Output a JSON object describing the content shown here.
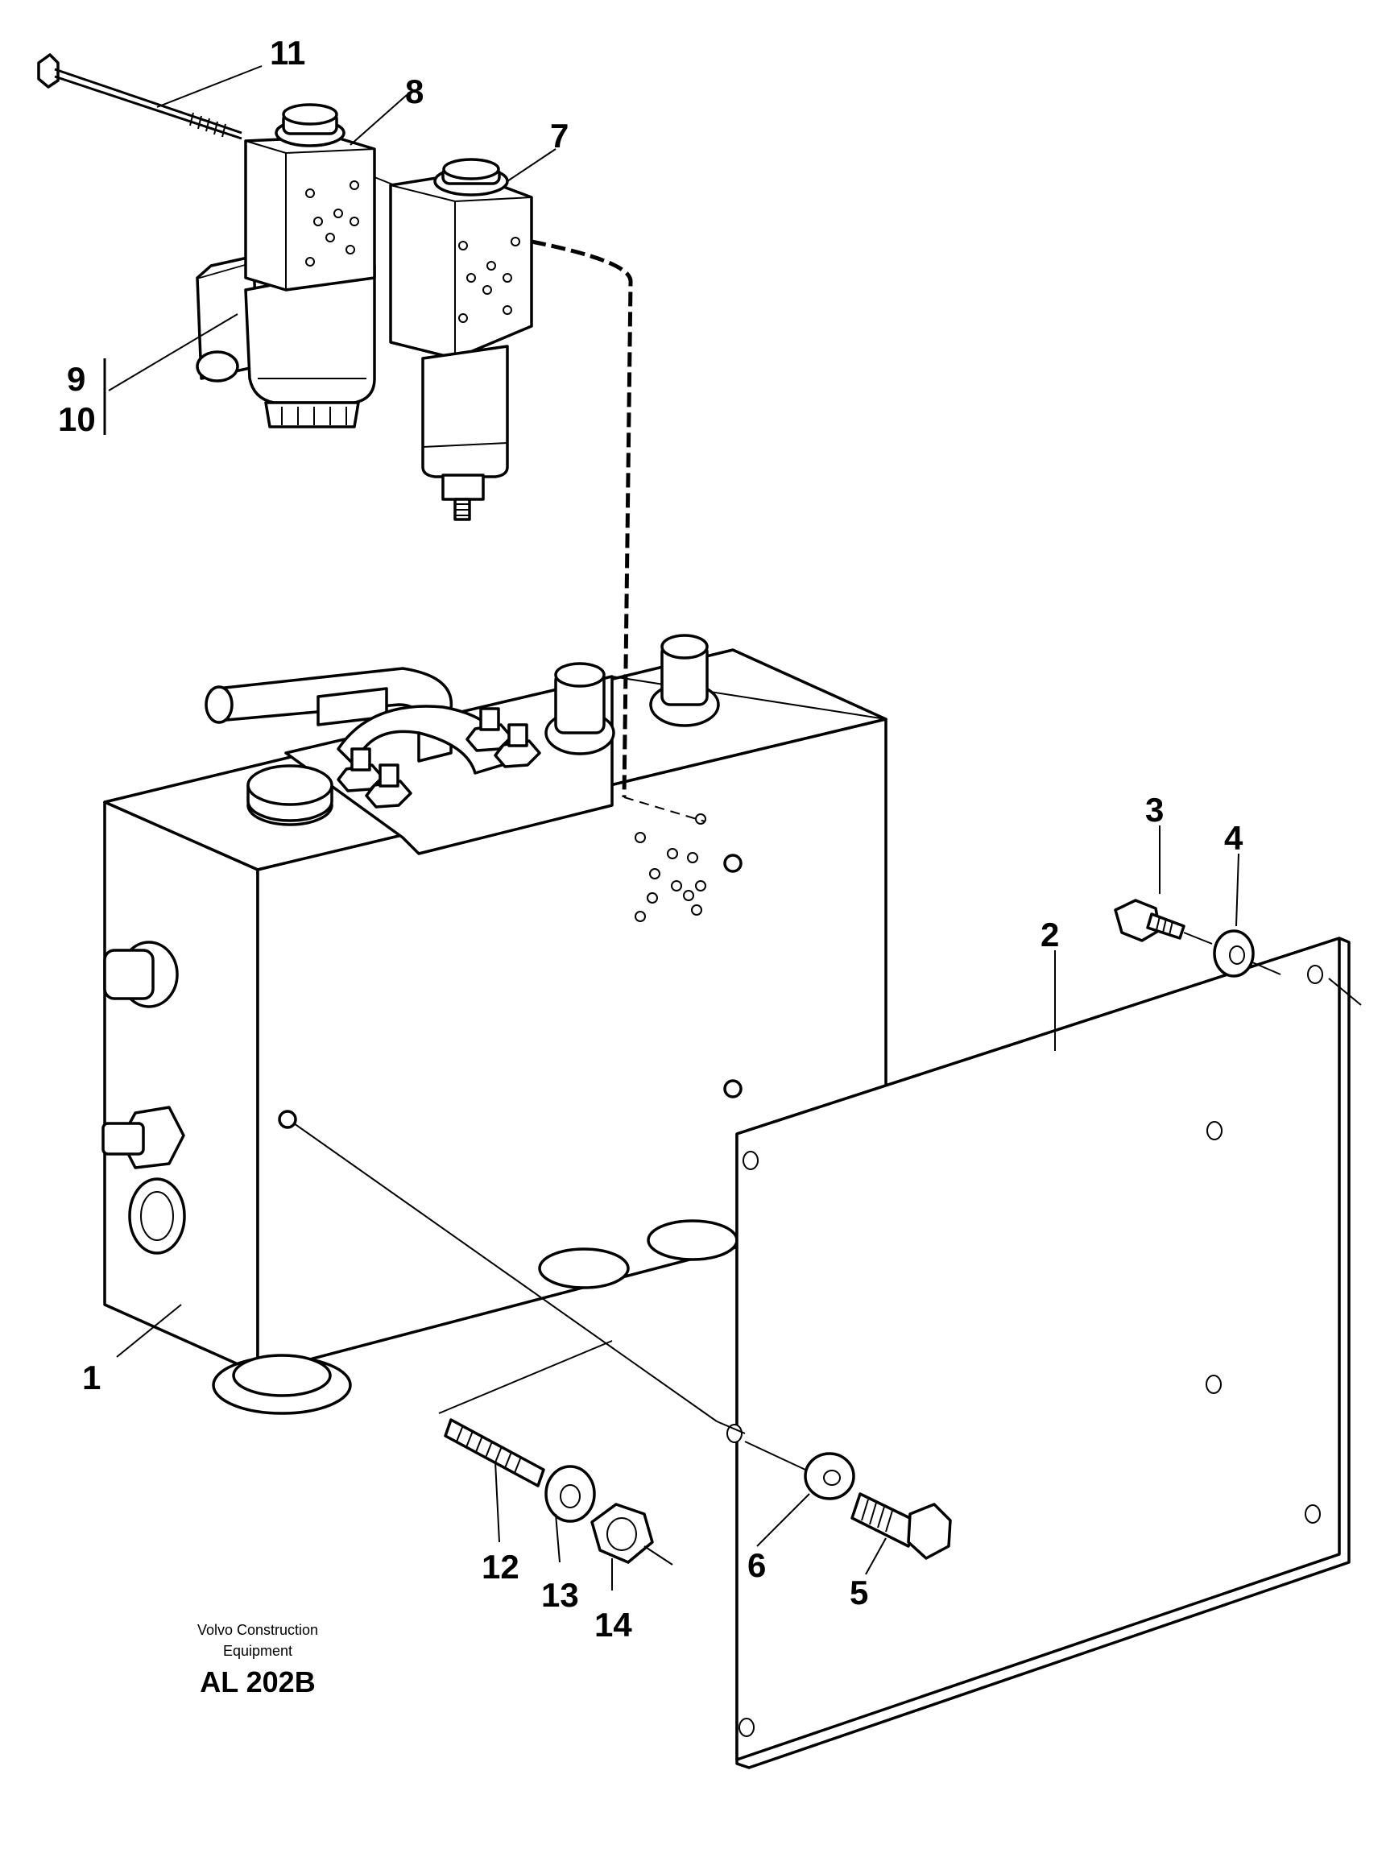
{
  "callouts": {
    "c1": "1",
    "c2": "2",
    "c3": "3",
    "c4": "4",
    "c5": "5",
    "c6": "6",
    "c7": "7",
    "c8": "8",
    "c9": "9",
    "c10": "10",
    "c11": "11",
    "c12": "12",
    "c13": "13",
    "c14": "14"
  },
  "caption": {
    "line1": "Volvo Construction",
    "line2": "Equipment",
    "code": "AL 202B"
  }
}
